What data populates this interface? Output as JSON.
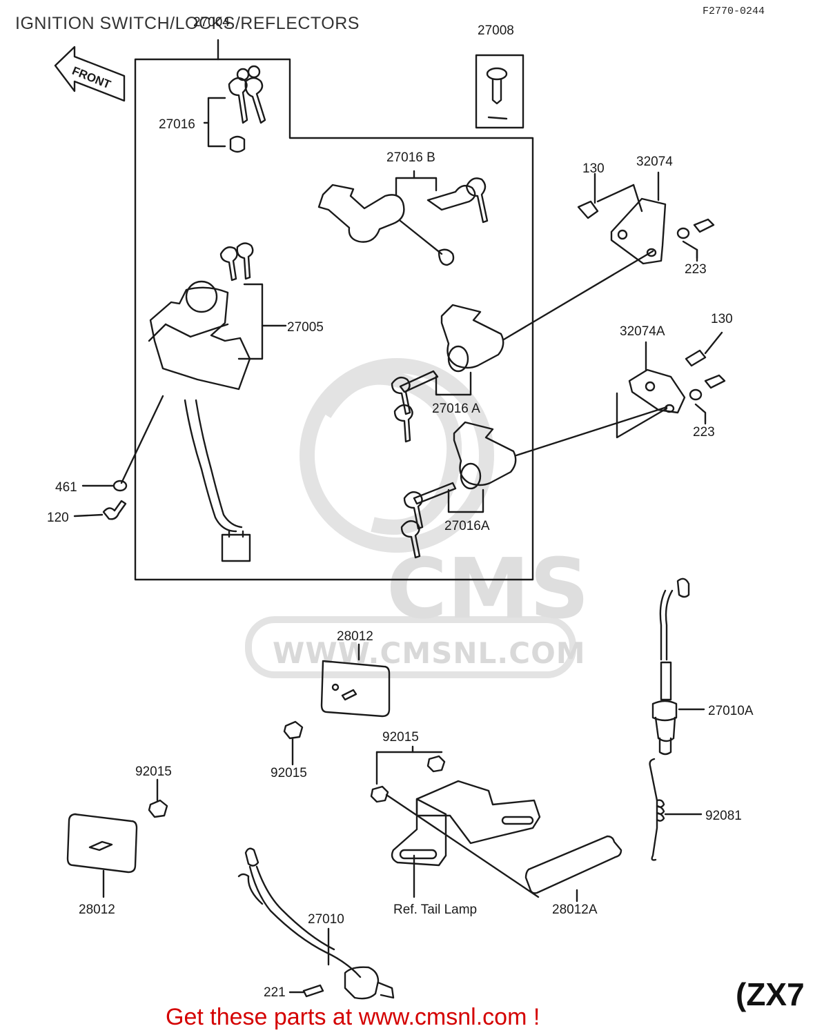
{
  "header": {
    "title": "IGNITION SWITCH/LOCKS/REFLECTORS",
    "figure_code": "F2770-0244"
  },
  "front_arrow_label": "FRONT",
  "parts": {
    "p27004": "27004",
    "p27008": "27008",
    "p27016": "27016",
    "p27016b": "27016 B",
    "p27005": "27005",
    "p27016a_upper": "27016 A",
    "p27016a_lower": "27016A",
    "p130_upper": "130",
    "p32074": "32074",
    "p223_upper": "223",
    "p32074a": "32074A",
    "p130_lower": "130",
    "p223_lower": "223",
    "p461": "461",
    "p120": "120",
    "p28012_upper": "28012",
    "p27010a": "27010A",
    "p92015_center": "92015",
    "p92015_bracket": "92015",
    "p92015_left": "92015",
    "p92081": "92081",
    "p28012_left": "28012",
    "ref_tail_lamp": "Ref. Tail Lamp",
    "p28012a": "28012A",
    "p27010": "27010",
    "p221": "221"
  },
  "watermark": {
    "brand": "CMS",
    "site": "WWW.CMSNL.COM"
  },
  "model_code": "(ZX7",
  "footer": {
    "cta": "Get these parts at www.cmsnl.com !"
  },
  "colors": {
    "line": "#1a1a1a",
    "watermark": "#dcdcdc",
    "cta": "#d40000"
  }
}
